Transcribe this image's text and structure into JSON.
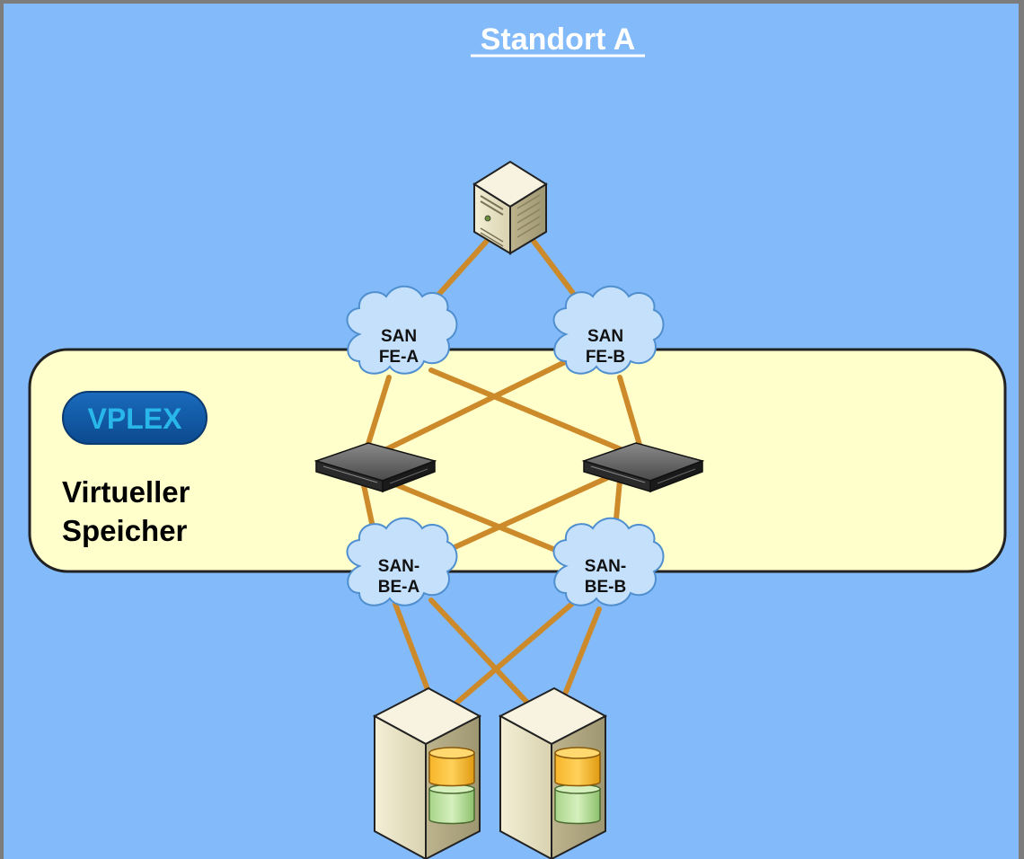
{
  "site_title": "Standort A",
  "vplex_badge": "VPLEX",
  "virtual_storage": {
    "line1": "Virtueller",
    "line2": "Speicher"
  },
  "clouds": {
    "fe_a": {
      "line1": "SAN",
      "line2": "FE-A"
    },
    "fe_b": {
      "line1": "SAN",
      "line2": "FE-B"
    },
    "be_a": {
      "line1": "SAN-",
      "line2": "BE-A"
    },
    "be_b": {
      "line1": "SAN-",
      "line2": "BE-B"
    }
  },
  "colors": {
    "background": "#83baf9",
    "virtual_zone": "#ffffcc",
    "link": "#cc8a2a",
    "cloud": "#c4e0fb",
    "vplex_badge": "#0f5aa6"
  },
  "icons": {
    "host": "server-tower-icon",
    "director": "rack-appliance-icon",
    "storage": "storage-array-icon"
  }
}
